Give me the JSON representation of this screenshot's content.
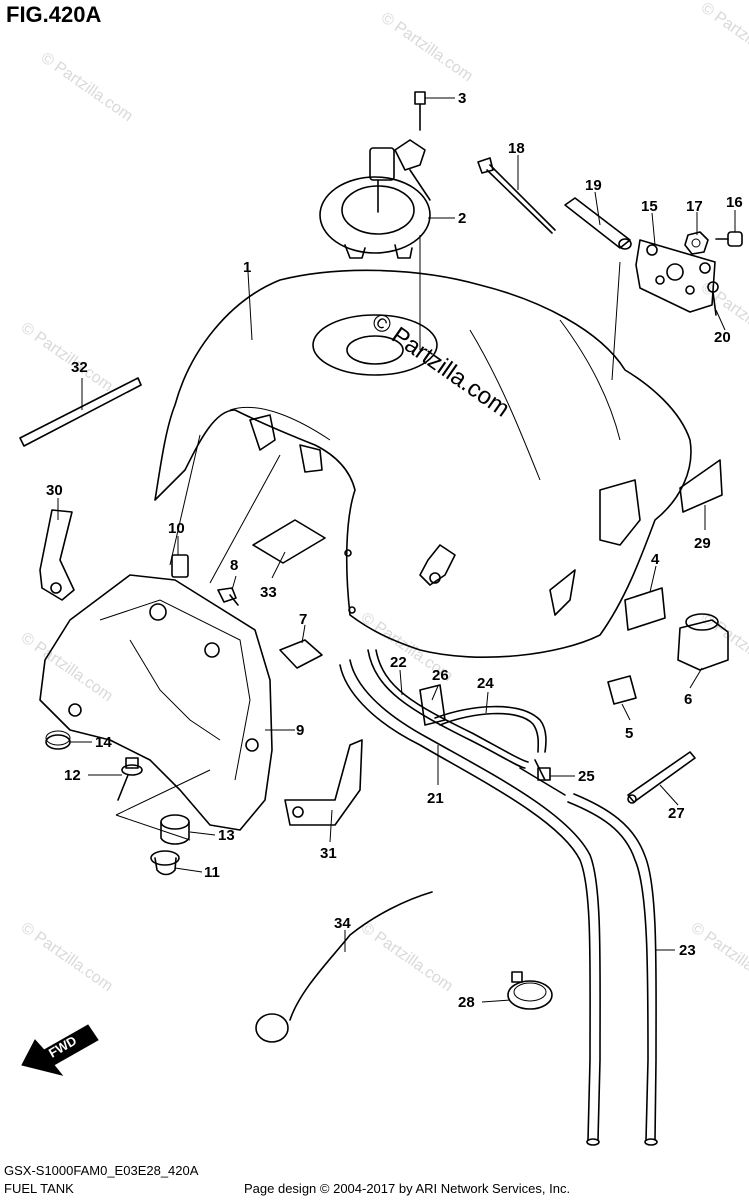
{
  "figure": {
    "title": "FIG.420A",
    "code": "GSX-S1000FAM0_E03E28_420A",
    "name": "FUEL TANK",
    "credit": "Page design © 2004-2017 by ARI Network Services, Inc."
  },
  "watermark": {
    "text": "© Partzilla.com",
    "center_text": "© Partzilla.com"
  },
  "fwd_label": "FWD",
  "callouts": [
    "1",
    "2",
    "3",
    "4",
    "5",
    "6",
    "7",
    "8",
    "9",
    "10",
    "11",
    "12",
    "13",
    "14",
    "15",
    "16",
    "17",
    "18",
    "19",
    "20",
    "21",
    "22",
    "23",
    "24",
    "25",
    "26",
    "27",
    "28",
    "29",
    "30",
    "31",
    "32",
    "33",
    "34"
  ]
}
